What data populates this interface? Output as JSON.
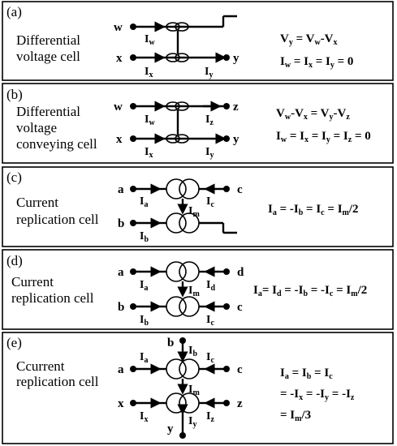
{
  "panels": {
    "a": {
      "tag": "(a)",
      "title_lines": [
        "Differential",
        "voltage cell"
      ],
      "terminals": [
        "w",
        "x",
        "y"
      ],
      "currents": [
        "I_w",
        "I_x",
        "I_y"
      ],
      "eq1": "V_y = V_w-V_x",
      "eq2": "I_w = I_x = I_y = 0"
    },
    "b": {
      "tag": "(b)",
      "title_lines": [
        "Differential",
        "voltage",
        "conveying cell"
      ],
      "terminals": [
        "w",
        "z",
        "x",
        "y"
      ],
      "currents": [
        "I_w",
        "I_z",
        "I_x",
        "I_y"
      ],
      "eq1": "V_w-V_x = V_y-V_z",
      "eq2": "I_w = I_x = I_y = I_z = 0"
    },
    "c": {
      "tag": "(c)",
      "title_lines": [
        "Current",
        "replication cell"
      ],
      "terminals": [
        "a",
        "c",
        "b"
      ],
      "currents": [
        "I_a",
        "I_c",
        "I_m",
        "I_b"
      ],
      "eq1": "I_a = -I_b = I_c = I_m/2"
    },
    "d": {
      "tag": "(d)",
      "title_lines": [
        "Current",
        "replication cell"
      ],
      "terminals": [
        "a",
        "d",
        "b",
        "c"
      ],
      "currents": [
        "I_a",
        "I_m",
        "I_d",
        "I_b",
        "I_c"
      ],
      "eq1": "I_a = I_d = -I_b = -I_c = I_m/2"
    },
    "e": {
      "tag": "(e)",
      "title_lines": [
        "Ccurrent",
        "replication cell"
      ],
      "terminals": [
        "b",
        "a",
        "c",
        "x",
        "z",
        "y"
      ],
      "currents": [
        "I_b",
        "I_a",
        "I_c",
        "I_m",
        "I_x",
        "I_z",
        "I_y"
      ],
      "eq1": "I_a = I_b = I_c",
      "eq2": "= -I_x = -I_y = -I_z",
      "eq3": "= I_m/3"
    }
  }
}
